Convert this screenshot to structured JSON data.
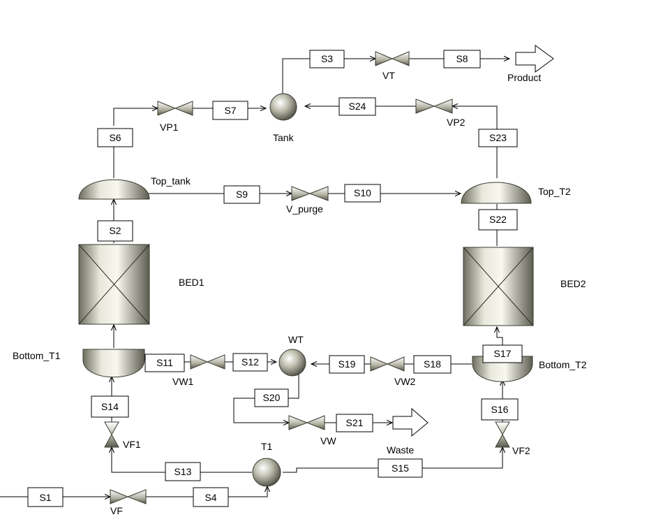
{
  "units": {
    "bed1": "BED1",
    "bed2": "BED2",
    "top_tank": "Top_tank",
    "top_t2": "Top_T2",
    "bottom_t1": "Bottom_T1",
    "bottom_t2": "Bottom_T2",
    "tank": "Tank",
    "wt": "WT",
    "t1": "T1"
  },
  "valves": {
    "vt": "VT",
    "vp1": "VP1",
    "vp2": "VP2",
    "v_purge": "V_purge",
    "vw1": "VW1",
    "vw2": "VW2",
    "vw": "VW",
    "vf": "VF",
    "vf1": "VF1",
    "vf2": "VF2"
  },
  "outlets": {
    "product": "Product",
    "waste": "Waste"
  },
  "streams": {
    "s1": "S1",
    "s2": "S2",
    "s3": "S3",
    "s4": "S4",
    "s6": "S6",
    "s7": "S7",
    "s8": "S8",
    "s9": "S9",
    "s10": "S10",
    "s11": "S11",
    "s12": "S12",
    "s13": "S13",
    "s14": "S14",
    "s15": "S15",
    "s16": "S16",
    "s17": "S17",
    "s18": "S18",
    "s19": "S19",
    "s20": "S20",
    "s21": "S21",
    "s22": "S22",
    "s23": "S23",
    "s24": "S24"
  }
}
